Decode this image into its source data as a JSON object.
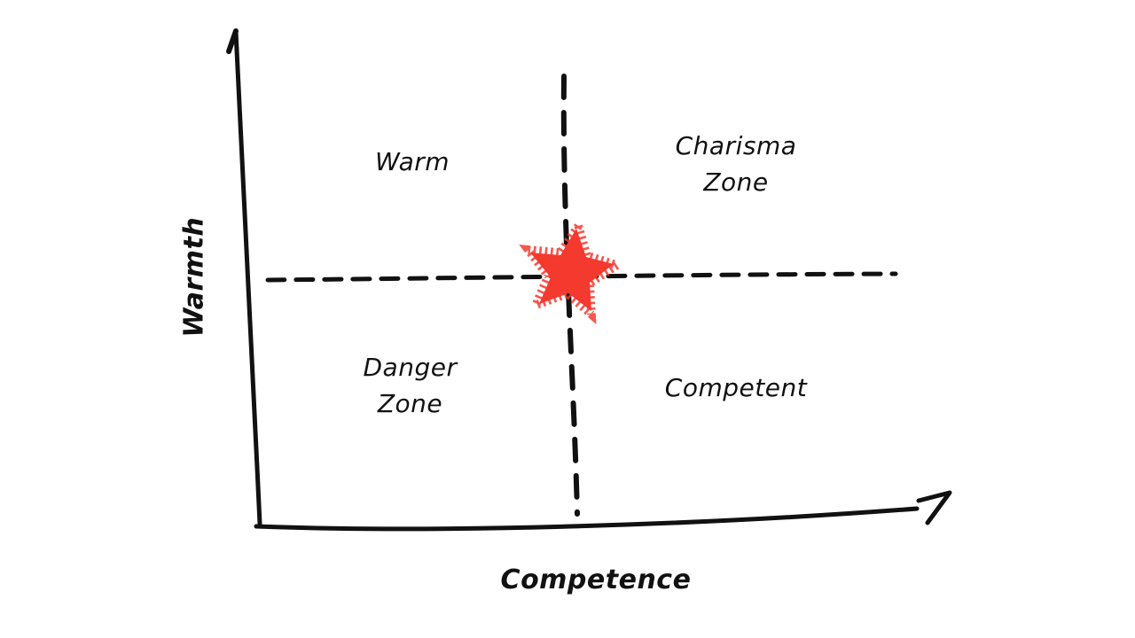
{
  "diagram": {
    "y_axis_label": "Warmth",
    "x_axis_label": "Competence",
    "quadrants": {
      "top_left": "Warm",
      "top_right": "Charisma Zone",
      "bottom_left": "Danger Zone",
      "bottom_right": "Competent"
    },
    "marker": {
      "shape": "star",
      "color": "#f4392f",
      "location": "intersection of dashed threshold lines"
    },
    "colors": {
      "ink": "#111111",
      "background": "#ffffff",
      "star": "#f4392f"
    }
  }
}
